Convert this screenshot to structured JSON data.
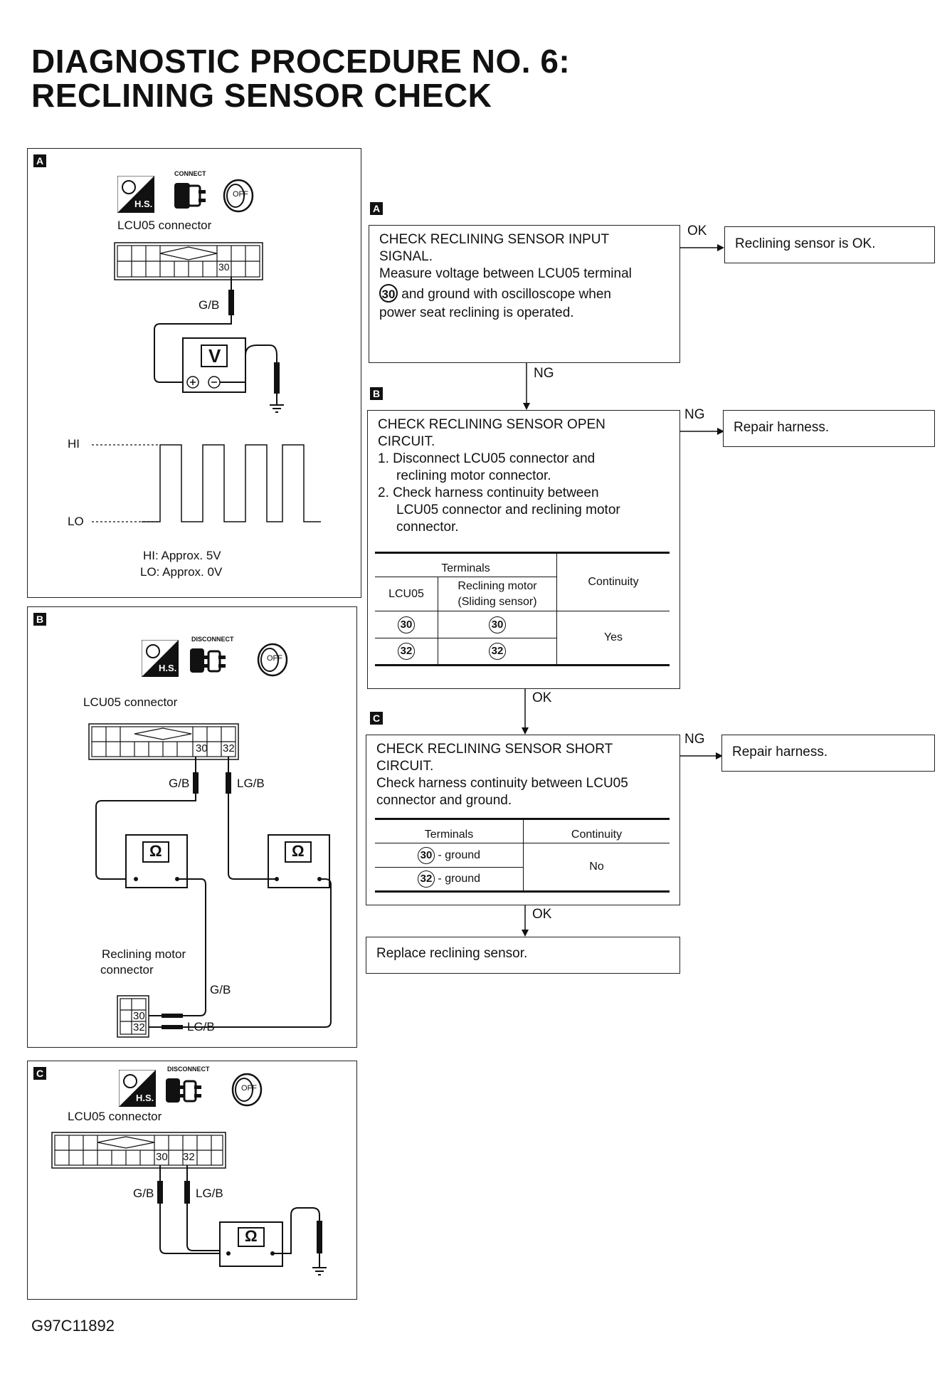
{
  "title": {
    "line1": "DIAGNOSTIC PROCEDURE NO. 6:",
    "line2": "RECLINING SENSOR CHECK"
  },
  "figure_code": "G97C11892",
  "icons": {
    "hs": "H.S.",
    "connect": "CONNECT",
    "disconnect": "DISCONNECT",
    "off": "OFF"
  },
  "panel_a": {
    "label": "A",
    "connector": "LCU05 connector",
    "pin": "30",
    "wire": "G/B",
    "meter": "V",
    "hi": "HI",
    "lo": "LO",
    "hi_note": "HI: Approx. 5V",
    "lo_note": "LO: Approx. 0V"
  },
  "panel_b": {
    "label": "B",
    "connector": "LCU05 connector",
    "pin1": "30",
    "pin2": "32",
    "wire1": "G/B",
    "wire2": "LG/B",
    "meter": "Ω",
    "motor_connector_l1": "Reclining motor",
    "motor_connector_l2": "connector",
    "m_pin1": "30",
    "m_pin2": "32",
    "m_wire1": "G/B",
    "m_wire2": "LG/B"
  },
  "panel_c": {
    "label": "C",
    "connector": "LCU05 connector",
    "pin1": "30",
    "pin2": "32",
    "wire1": "G/B",
    "wire2": "LG/B",
    "meter": "Ω"
  },
  "flow": {
    "step_a": {
      "label": "A",
      "lines": [
        "CHECK RECLINING SENSOR INPUT",
        "SIGNAL.",
        "Measure voltage between LCU05 terminal"
      ],
      "line4_pin": "30",
      "line4_rest": "and ground with oscilloscope when",
      "line5": "power seat reclining is operated.",
      "right_label": "OK",
      "right_result": "Reclining sensor is OK.",
      "down_label": "NG"
    },
    "step_b": {
      "label": "B",
      "lines": [
        "CHECK RECLINING SENSOR OPEN",
        "CIRCUIT."
      ],
      "items": [
        "1. Disconnect LCU05 connector and",
        "reclining motor connector.",
        "2. Check harness continuity between",
        "LCU05 connector and reclining motor",
        "connector."
      ],
      "table": {
        "h_terminals": "Terminals",
        "h_lcu": "LCU05",
        "h_motor1": "Reclining motor",
        "h_motor2": "(Sliding sensor)",
        "h_cont": "Continuity",
        "r1a": "30",
        "r1b": "30",
        "r2a": "32",
        "r2b": "32",
        "result": "Yes"
      },
      "right_label": "NG",
      "right_result": "Repair harness.",
      "down_label": "OK"
    },
    "step_c": {
      "label": "C",
      "lines": [
        "CHECK RECLINING SENSOR SHORT",
        "CIRCUIT.",
        "Check harness continuity between LCU05",
        "connector and ground."
      ],
      "table": {
        "h_terminals": "Terminals",
        "h_cont": "Continuity",
        "r1_pin": "30",
        "r1_rest": "- ground",
        "r2_pin": "32",
        "r2_rest": "- ground",
        "result": "No"
      },
      "right_label": "NG",
      "right_result": "Repair harness.",
      "down_label": "OK"
    },
    "final": "Replace reclining sensor."
  }
}
